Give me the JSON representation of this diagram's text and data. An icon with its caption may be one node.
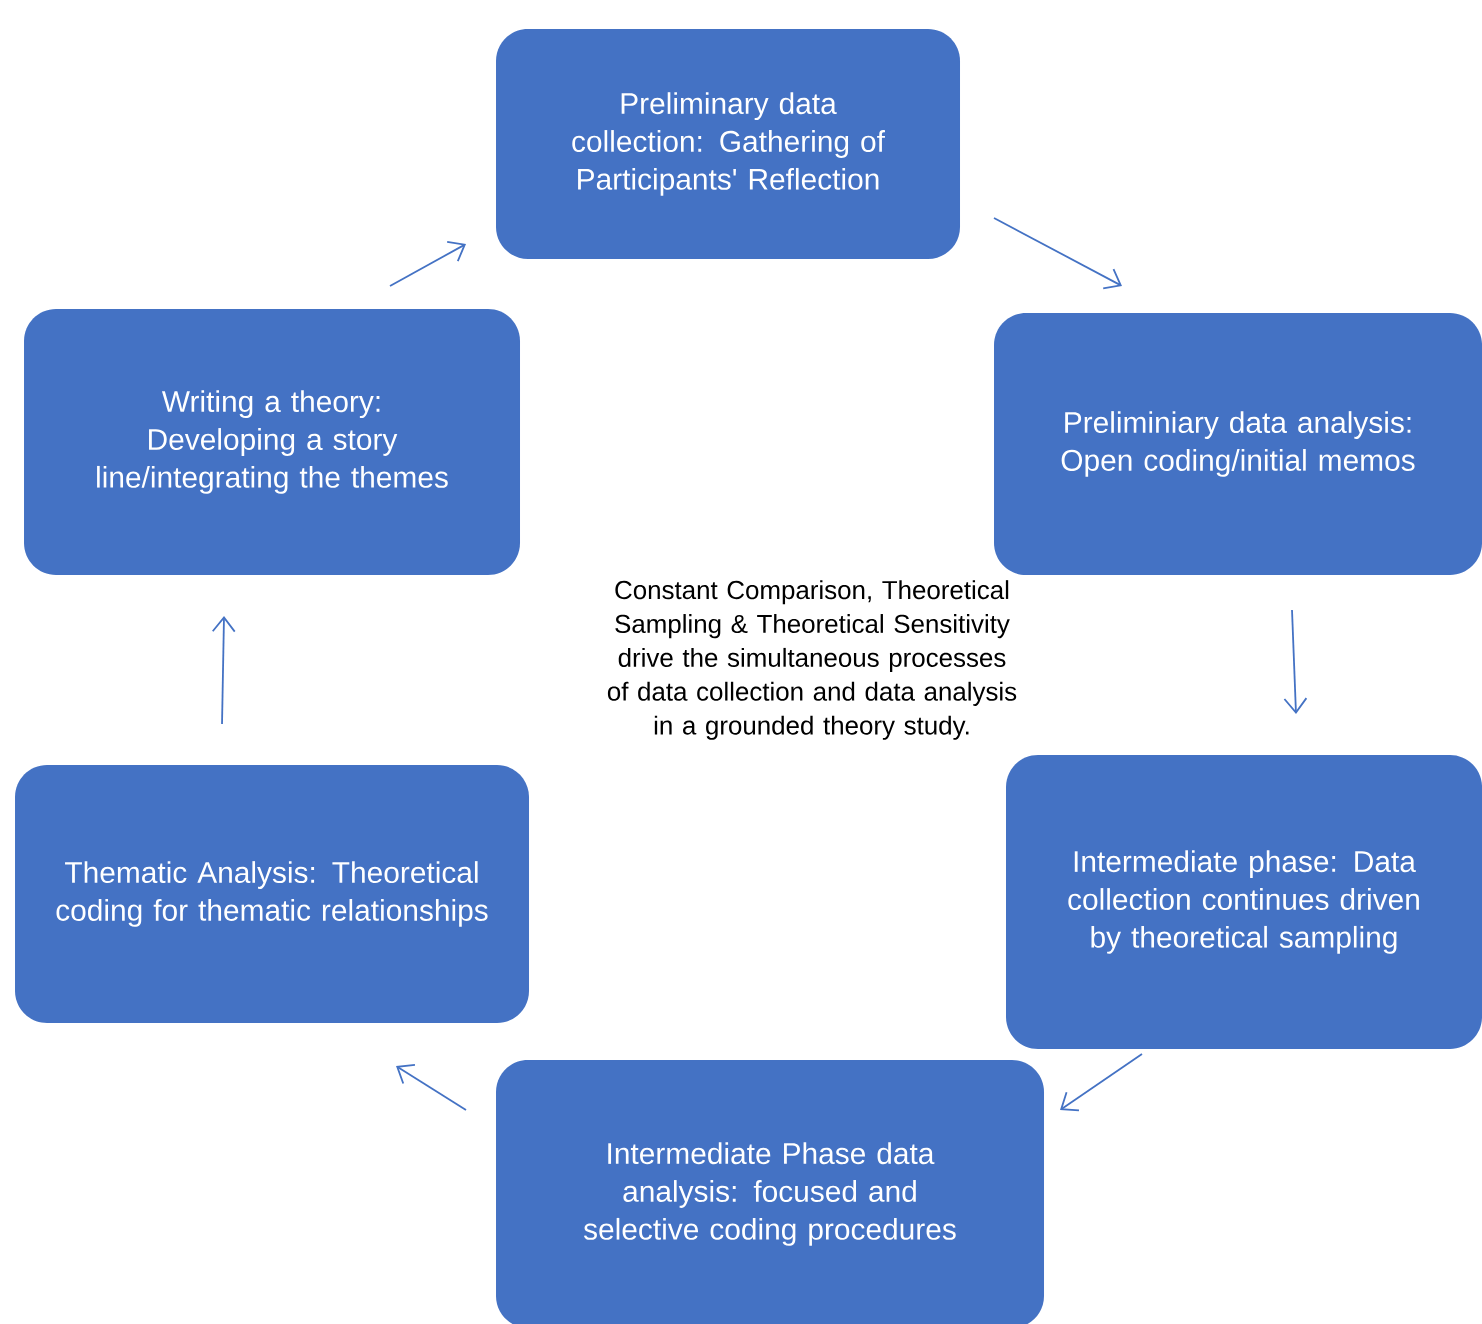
{
  "diagram": {
    "nodes": [
      {
        "text": [
          "Preliminary data collection: Gathering of Participants' Reflection"
        ]
      },
      {
        "text": [
          "Preliminiary data analysis: Open coding/initial memos"
        ]
      },
      {
        "text": [
          "Intermediate phase: Data collection continues driven by theoretical sampling"
        ]
      },
      {
        "text": [
          "Intermediate Phase data analysis: focused and selective coding procedures"
        ]
      },
      {
        "text": [
          "Thematic Analysis: Theoretical coding for thematic relationships"
        ]
      },
      {
        "text": [
          "Writing a theory: Developing a story line/integrating the themes"
        ]
      }
    ],
    "edges": [
      {
        "from": 0,
        "to": 1,
        "arrow": "to"
      },
      {
        "from": 1,
        "to": 2,
        "arrow": "to"
      },
      {
        "from": 2,
        "to": 3,
        "arrow": "to"
      },
      {
        "from": 3,
        "to": 4,
        "arrow": "to"
      },
      {
        "from": 4,
        "to": 5,
        "arrow": "to"
      },
      {
        "from": 5,
        "to": 0,
        "arrow": "to"
      }
    ],
    "labels": [
      "Constant Comparison, Theoretical Sampling & Theoretical Sensitivity drive the simultaneous processes of data collection and data analysis in a grounded theory study."
    ]
  }
}
